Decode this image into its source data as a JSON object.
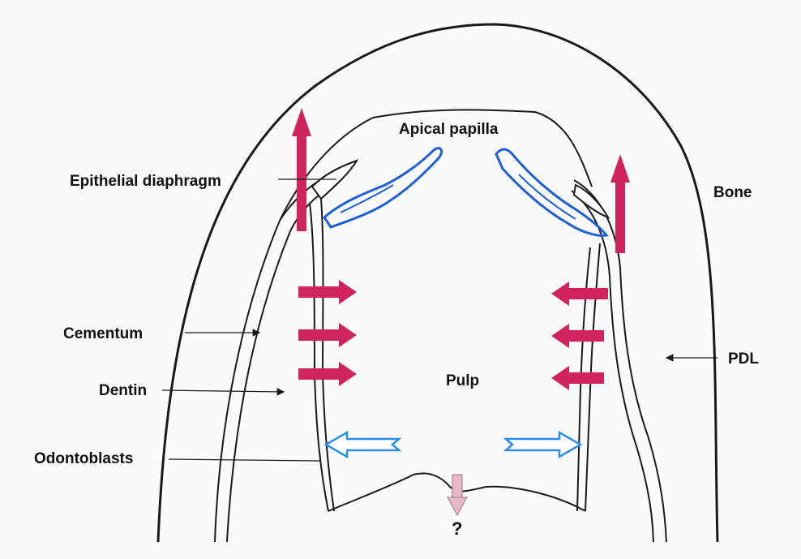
{
  "labels": {
    "apical_papilla": "Apical papilla",
    "epithelial_diaphragm": "Epithelial diaphragm",
    "bone": "Bone",
    "cementum": "Cementum",
    "dentin": "Dentin",
    "odontoblasts": "Odontoblasts",
    "pulp": "Pulp",
    "pdl": "PDL",
    "question": "?"
  },
  "colors": {
    "outline": "#1a1a1a",
    "magenta_arrow": "#d0245e",
    "blue_outline": "#1f5fd6",
    "light_blue_arrow": "#2a8ee8",
    "pale_pink_arrow": "#e8b6c6"
  }
}
